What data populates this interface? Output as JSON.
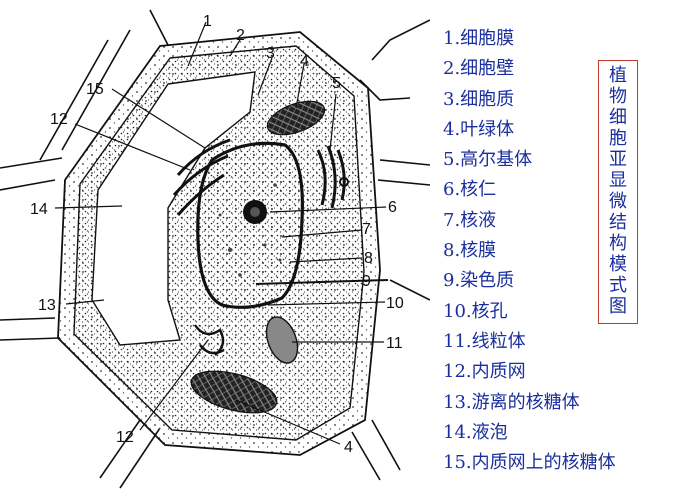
{
  "title": "植物细胞亚显微结构模式图",
  "legend": [
    "1.细胞膜",
    "2.细胞壁",
    "3.细胞质",
    "4.叶绿体",
    "5.高尔基体",
    "6.核仁",
    "7.核液",
    "8.核膜",
    "9.染色质",
    "10.核孔",
    "11.线粒体",
    "12.内质网",
    "13.游离的核糖体",
    "14.液泡",
    "15.内质网上的核糖体"
  ],
  "callouts": [
    "1",
    "2",
    "3",
    "4",
    "5",
    "15",
    "12",
    "6",
    "7",
    "14",
    "8",
    "9",
    "13",
    "10",
    "11",
    "12",
    "4"
  ],
  "colors": {
    "text": "#1a2e9e",
    "border": "#c0392b",
    "line": "#111111"
  }
}
